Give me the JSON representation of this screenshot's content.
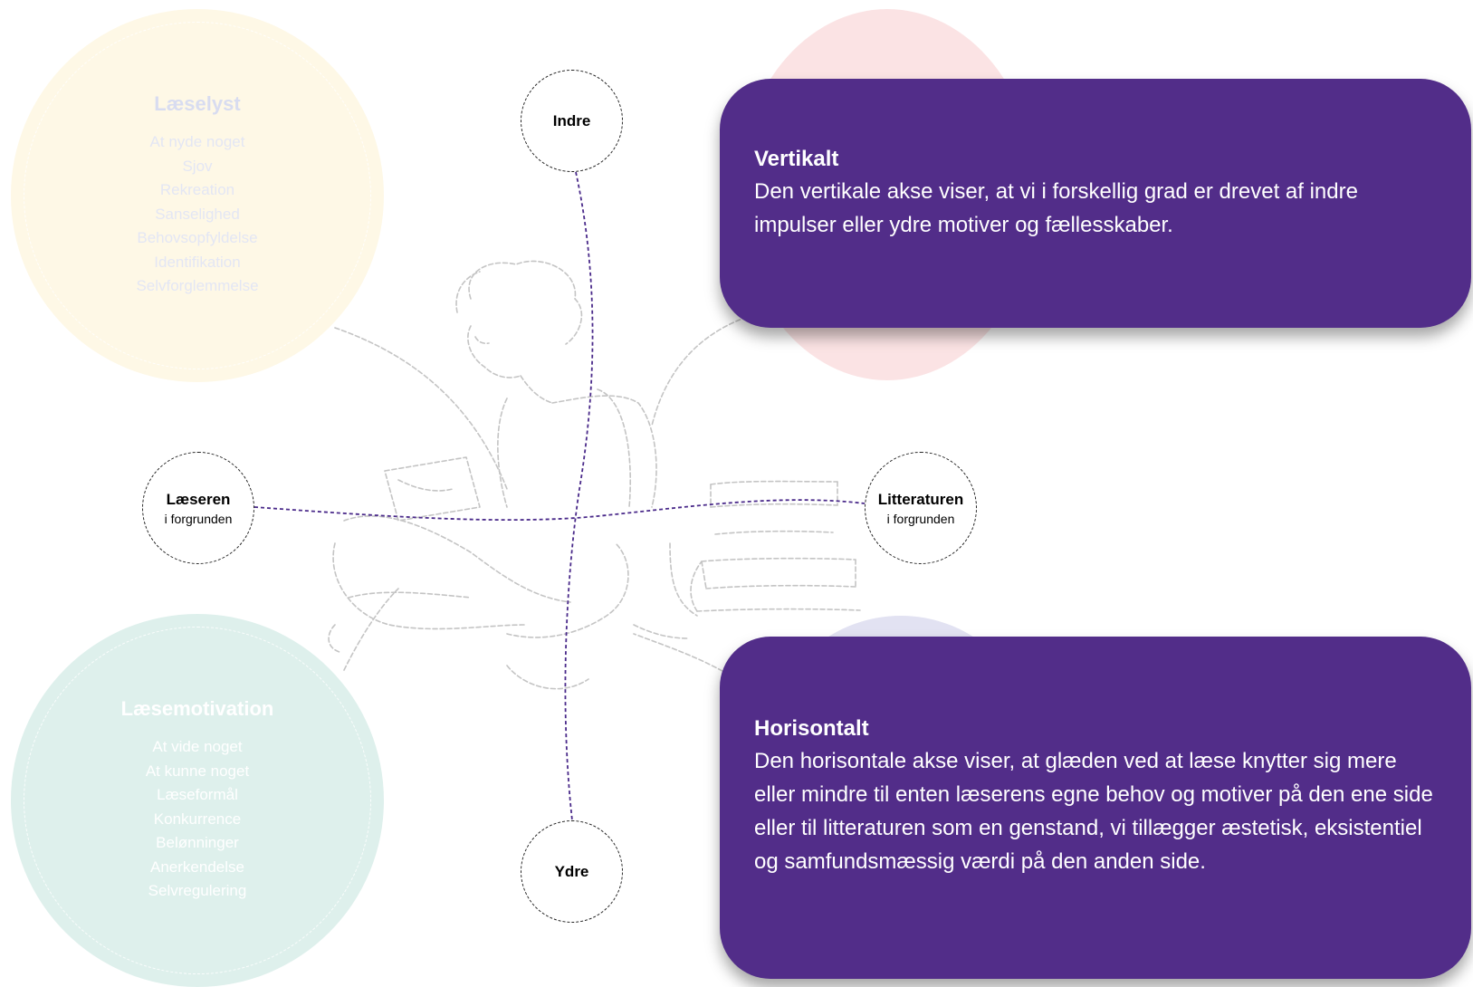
{
  "circles": {
    "laeselyst": {
      "title": "Læselyst",
      "items": [
        "At nyde noget",
        "Sjov",
        "Rekreation",
        "Sanselighed",
        "Behovsopfyldelse",
        "Identifikation",
        "Selvforglemmelse"
      ]
    },
    "laesemotivation": {
      "title": "Læsemotivation",
      "items": [
        "At vide noget",
        "At kunne noget",
        "Læseformål",
        "Konkurrence",
        "Belønninger",
        "Anerkendelse",
        "Selvregulering"
      ]
    }
  },
  "nodes": {
    "indre": "Indre",
    "ydre": "Ydre",
    "laeseren": {
      "title": "Læseren",
      "sub": "i forgrunden"
    },
    "litteraturen": {
      "title": "Litteraturen",
      "sub": "i forgrunden"
    }
  },
  "cards": {
    "vertikalt": {
      "title": "Vertikalt",
      "body": "Den vertikale akse viser, at vi i forskellig grad er drevet af indre impulser eller ydre motiver og fællesskaber."
    },
    "horisontalt": {
      "title": "Horisontalt",
      "body": "Den horisontale akse viser, at glæden ved at læse knytter sig mere eller mindre til enten læserens egne behov og motiver på den ene side eller til litteraturen som en genstand, vi tillægger æstetisk, eksistentiel og samfundsmæssig værdi på den anden side."
    }
  },
  "colors": {
    "card": "#522d89",
    "axis": "#4a2a8a",
    "laeselyst_circle": "#fef8e6",
    "laesemotivation_circle": "#def0ec",
    "pink_circle": "#fbe3e4",
    "lavender_circle": "#e2e2f2",
    "sketch": "#c4c4c4"
  },
  "icons": [
    "reader-sketch-illustration",
    "book-stack-sketch-illustration"
  ]
}
